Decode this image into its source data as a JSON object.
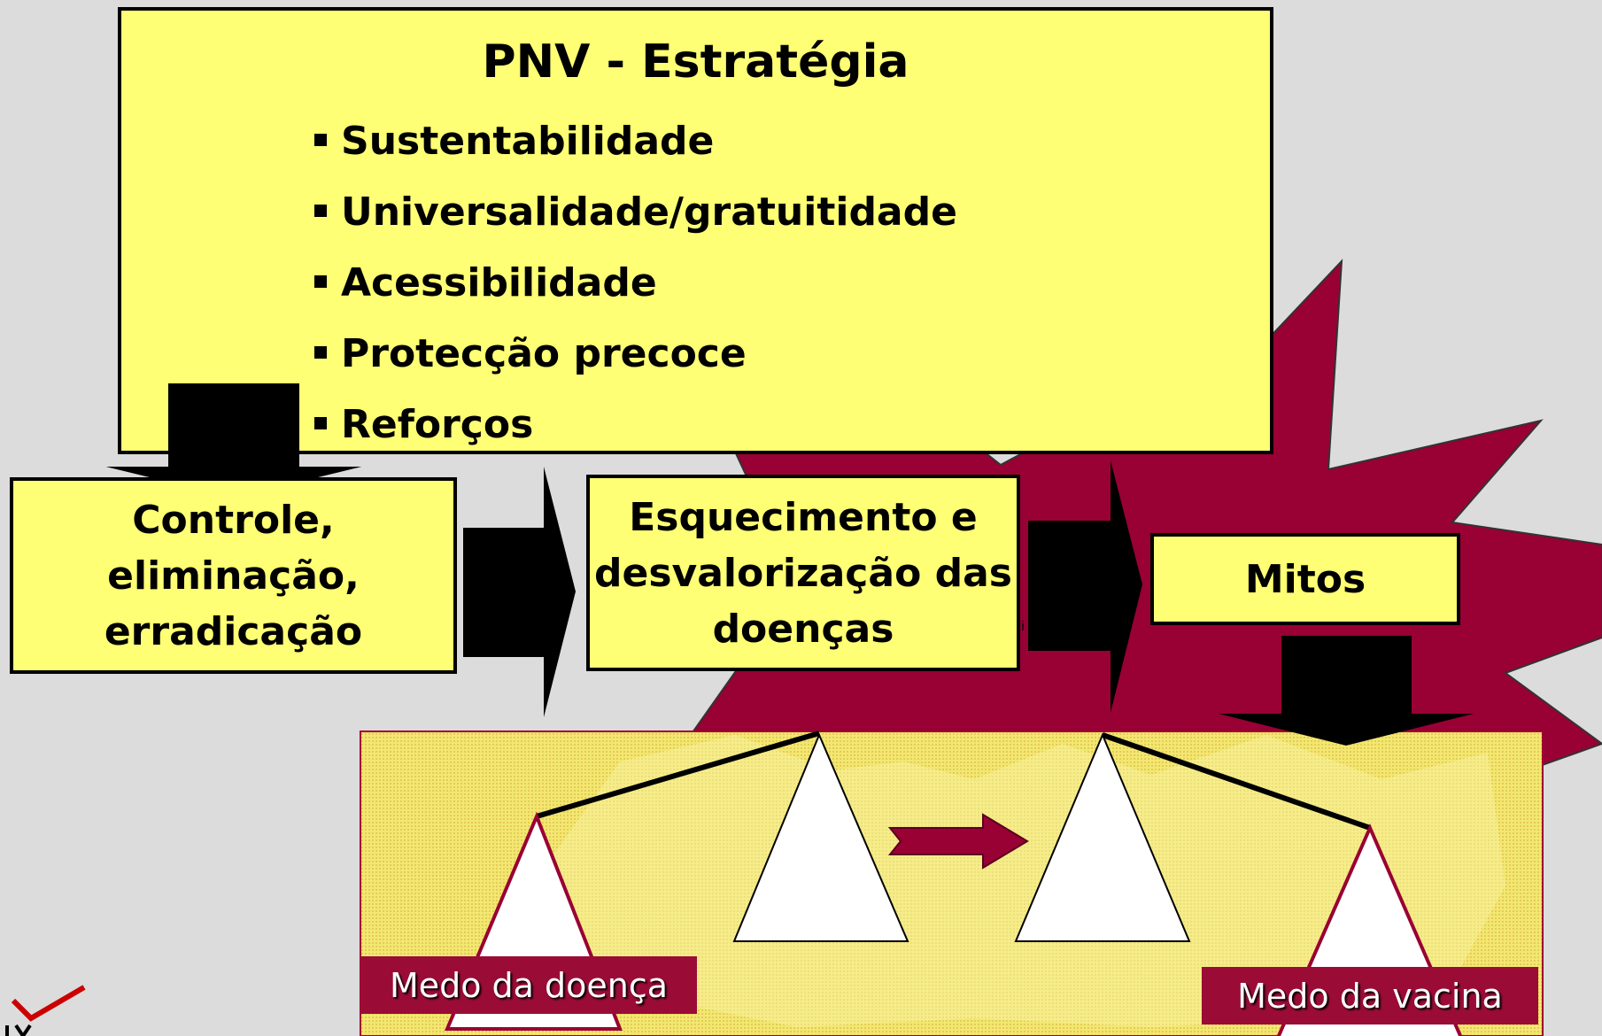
{
  "title": "PNV - Estratégia",
  "strategy_items": [
    "Sustentabilidade",
    "Universalidade/gratuitidade",
    "Acessibilidade",
    "Protecção precoce",
    "Reforços"
  ],
  "flow": {
    "box1": [
      "Controle,",
      "eliminação,",
      "erradicação"
    ],
    "box2": [
      "Esquecimento e",
      "desvalorização das",
      "doenças"
    ],
    "box3": "Mitos"
  },
  "scale_labels": {
    "left": "Medo da doença",
    "right": "Medo da vacina"
  },
  "colors": {
    "box_fill": "#ffff75",
    "starburst": "#9a0036",
    "label_fill": "#9a0c36",
    "background": "#dcdcdc"
  }
}
